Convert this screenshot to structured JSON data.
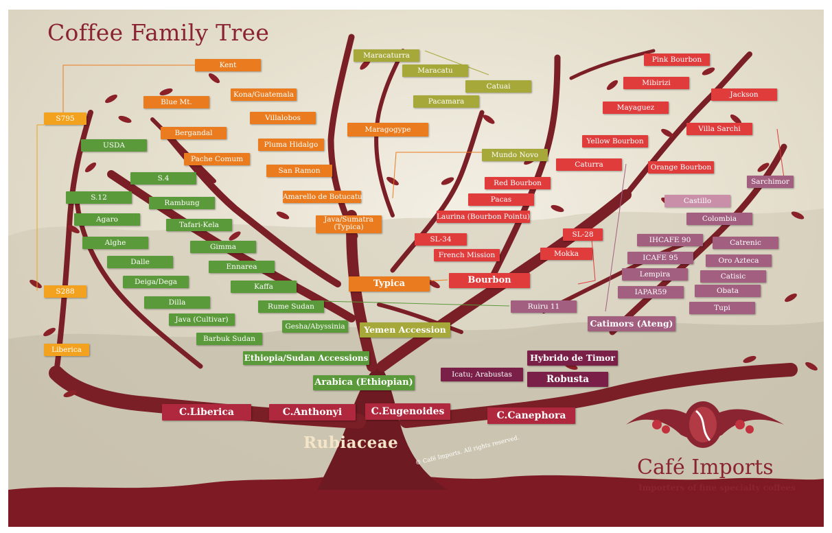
{
  "title": "Coffee Family Tree",
  "root": "Rubiaceae",
  "copyright": "© Café Imports. All rights reserved.",
  "brand": {
    "name": "Café Imports",
    "tagline": "Importers of fine specialty coffees"
  },
  "species": {
    "liberica": "C.Liberica",
    "anthonyi": "C.Anthonyi",
    "eugenoides": "C.Eugenoides",
    "canephora": "C.Canephora"
  },
  "groups": {
    "arabica": "Arabica (Ethiopian)",
    "ethiopia_sudan": "Ethiopia/Sudan Accessions",
    "yemen": "Yemen Accession",
    "typica": "Typica",
    "bourbon": "Bourbon",
    "robusta": "Robusta",
    "hibrido": "Hybrido de Timor",
    "icatu": "Icatu; Arabustas",
    "catimors": "Catimors (Ateng)"
  },
  "ethiopian": [
    "USDA",
    "S.4",
    "S.12",
    "Rambung",
    "Agaro",
    "Tafari-Kela",
    "Alghe",
    "Gimma",
    "Dalle",
    "Ennarea",
    "Deiga/Dega",
    "Kaffa",
    "Dilla",
    "Rume Sudan",
    "Java (Cultivar)",
    "Gesha/Abyssinia",
    "Barbuk Sudan"
  ],
  "liberica_hybrids": [
    "S795",
    "S288",
    "Liberica"
  ],
  "typica_cultivars": [
    "Kent",
    "Kona/Guatemala",
    "Blue Mt.",
    "Villalobos",
    "Bergandal",
    "Pluma Hidalgo",
    "Pache Comum",
    "San Ramon",
    "Amarello de Botucatu",
    "Java/Sumatra (Typica)",
    "Maragogype"
  ],
  "crosses": [
    "Maracaturra",
    "Maracatu",
    "Catuai",
    "Pacamara",
    "Mundo Novo"
  ],
  "bourbon_cultivars": [
    "Pink Bourbon",
    "Mibirizi",
    "Jackson",
    "Mayaguez",
    "Villa Sarchi",
    "Yellow Bourbon",
    "Caturra",
    "Orange Bourbon",
    "Red Bourbon",
    "Pacas",
    "Laurina (Bourbon Pointu)",
    "SL-34",
    "French Mission",
    "SL-28",
    "Mokka"
  ],
  "timor_cultivars": [
    "Sarchimor",
    "Castillo",
    "Colombia",
    "IHCAFE 90",
    "Catrenic",
    "ICAFE 95",
    "Oro Azteca",
    "Lempira",
    "Catisic",
    "IAPAR59",
    "Obata",
    "Tupi",
    "Ruiru 11"
  ],
  "colors": {
    "trunk": "#7a1f26",
    "title": "#8a2430",
    "ethiopian": "#5a9a3a",
    "typica": "#ea7b1e",
    "bourbon": "#e03c3c",
    "timor": "#a25f80"
  }
}
